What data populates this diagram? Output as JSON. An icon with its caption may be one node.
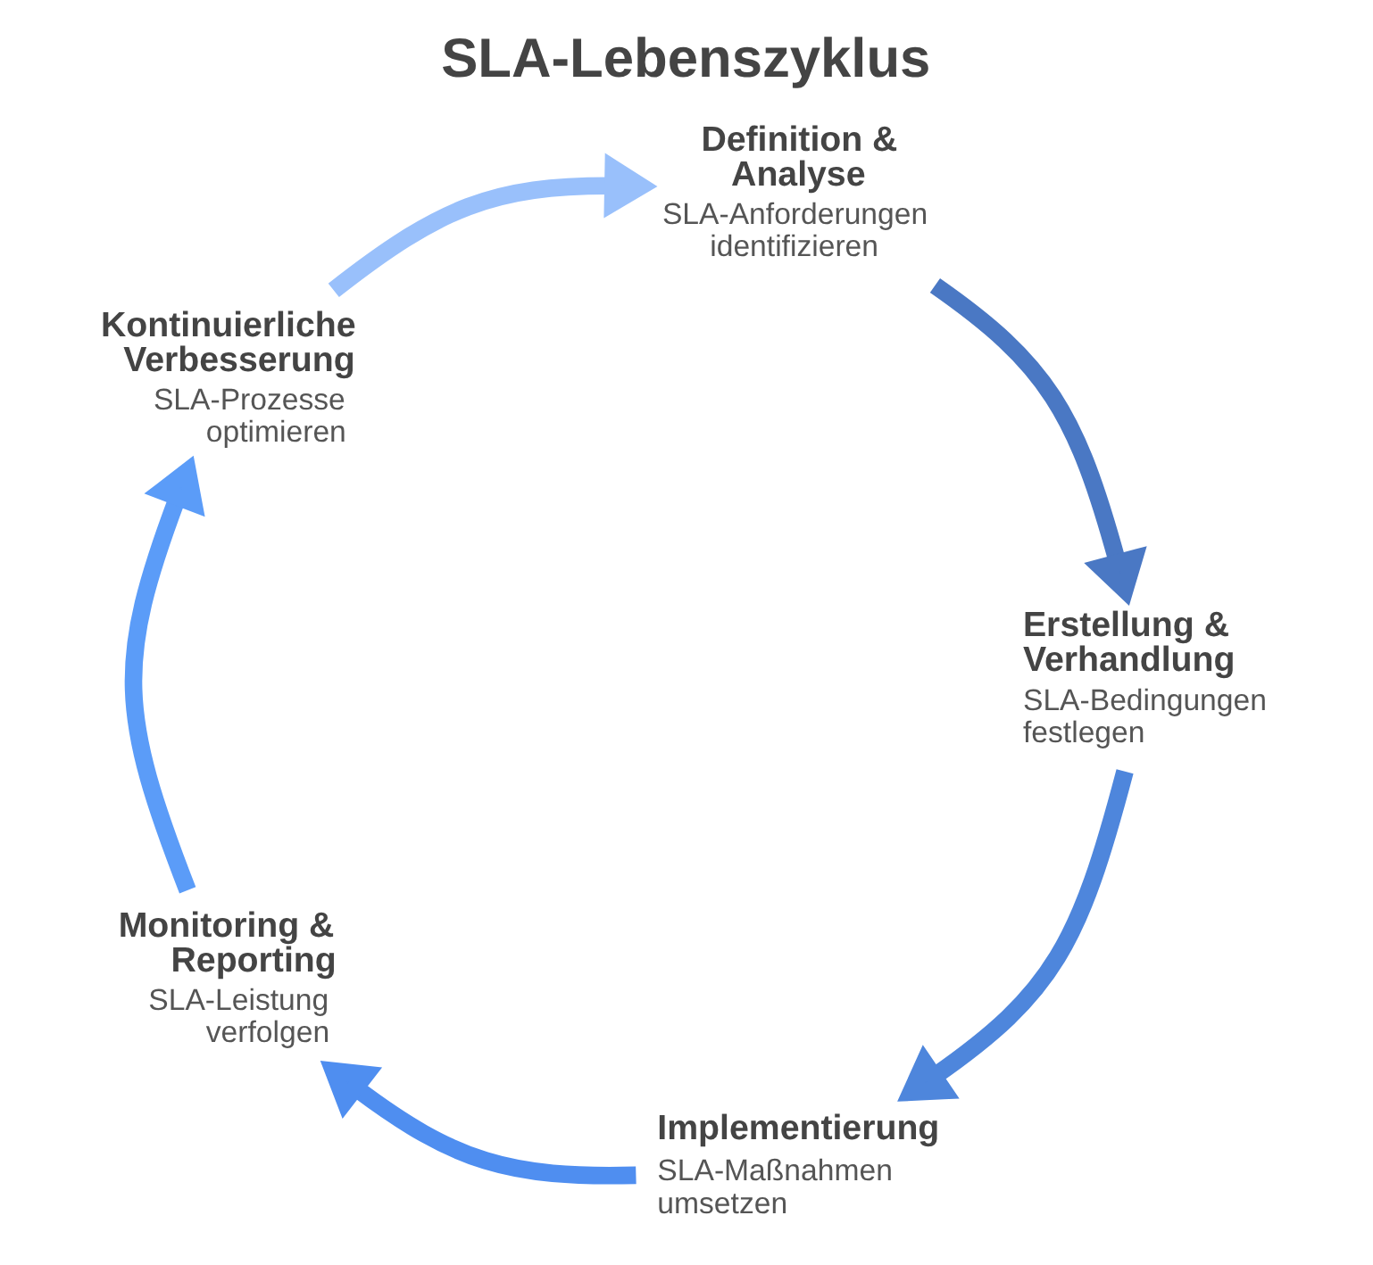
{
  "diagram": {
    "title": "SLA-Lebenszyklus",
    "nodes": [
      {
        "text": [
          "Definition & Analyse",
          "SLA-Anforderungen identifizieren"
        ]
      },
      {
        "text": [
          "Erstellung & Verhandlung",
          "SLA-Bedingungen festlegen"
        ]
      },
      {
        "text": [
          "Implementierung",
          "SLA-Maßnahmen umsetzen"
        ]
      },
      {
        "text": [
          "Monitoring & Reporting",
          "SLA-Leistung verfolgen"
        ]
      },
      {
        "text": [
          "Kontinuierliche Verbesserung",
          "SLA-Prozesse optimieren"
        ]
      }
    ],
    "edges": [
      {
        "from": 0,
        "to": 1,
        "arrow": "to",
        "color": "#4a78c4"
      },
      {
        "from": 1,
        "to": 2,
        "arrow": "to",
        "color": "#4e86dc"
      },
      {
        "from": 2,
        "to": 3,
        "arrow": "to",
        "color": "#4f8ef0"
      },
      {
        "from": 3,
        "to": 4,
        "arrow": "to",
        "color": "#5b9cf8"
      },
      {
        "from": 4,
        "to": 0,
        "arrow": "to",
        "color": "#99c0fb"
      }
    ]
  }
}
